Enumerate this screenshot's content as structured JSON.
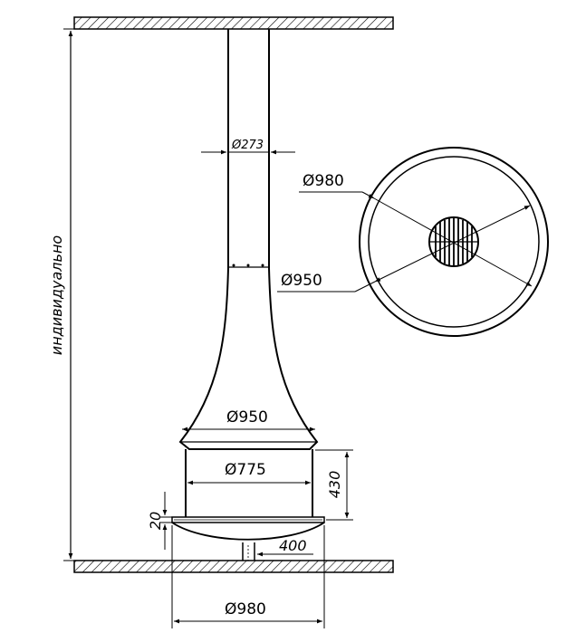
{
  "drawing": {
    "height_label": "индивидуально",
    "flue_diameter": "Ø273",
    "top_view_outer_diameter": "Ø980",
    "top_view_inner_diameter": "Ø950",
    "hood_diameter": "Ø950",
    "body_diameter": "Ø775",
    "body_height": "430",
    "base_height": "20",
    "base_offset": "400",
    "bottom_diameter": "Ø980"
  }
}
